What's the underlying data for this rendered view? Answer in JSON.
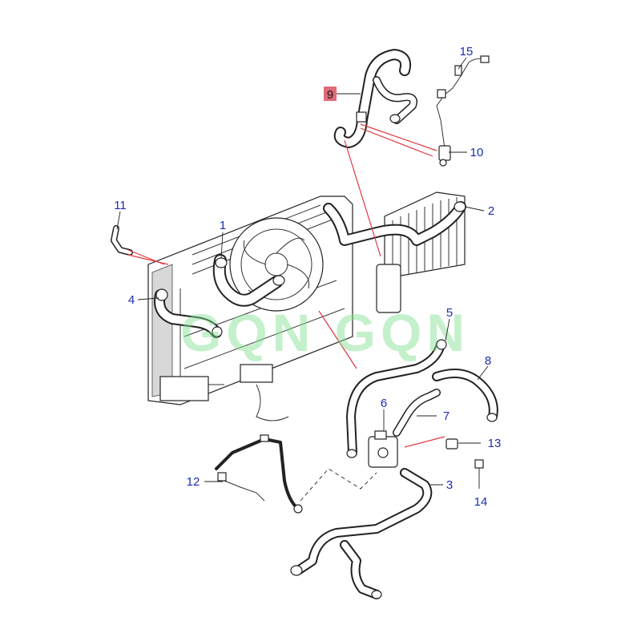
{
  "watermark": "GQN GQN",
  "callouts": [
    {
      "id": "1",
      "text": "1"
    },
    {
      "id": "2",
      "text": "2"
    },
    {
      "id": "3",
      "text": "3"
    },
    {
      "id": "4",
      "text": "4"
    },
    {
      "id": "5",
      "text": "5"
    },
    {
      "id": "6",
      "text": "6"
    },
    {
      "id": "7",
      "text": "7"
    },
    {
      "id": "8",
      "text": "8"
    },
    {
      "id": "9",
      "text": "9",
      "highlighted": true
    },
    {
      "id": "10",
      "text": "10"
    },
    {
      "id": "11",
      "text": "11"
    },
    {
      "id": "12",
      "text": "12"
    },
    {
      "id": "13",
      "text": "13"
    },
    {
      "id": "14",
      "text": "14"
    },
    {
      "id": "15",
      "text": "15"
    }
  ],
  "colors": {
    "label": "#1c2db3",
    "reference_line": "#e03a40",
    "highlight_box": "#e06a78",
    "watermark": "#7fe08f"
  }
}
